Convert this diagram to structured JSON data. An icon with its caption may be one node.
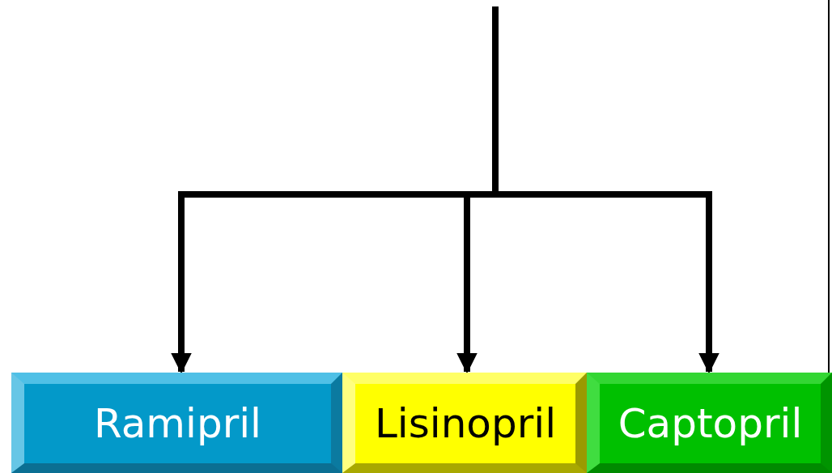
{
  "diagram": {
    "nodes": [
      {
        "text": [
          "Ramipril"
        ]
      },
      {
        "text": [
          "Lisinopril"
        ]
      },
      {
        "text": [
          "Captopril"
        ]
      }
    ],
    "edges": [
      {
        "from": null,
        "to": 0,
        "arrow": "to"
      },
      {
        "from": null,
        "to": 1,
        "arrow": "to"
      },
      {
        "from": null,
        "to": 2,
        "arrow": "to"
      }
    ]
  }
}
